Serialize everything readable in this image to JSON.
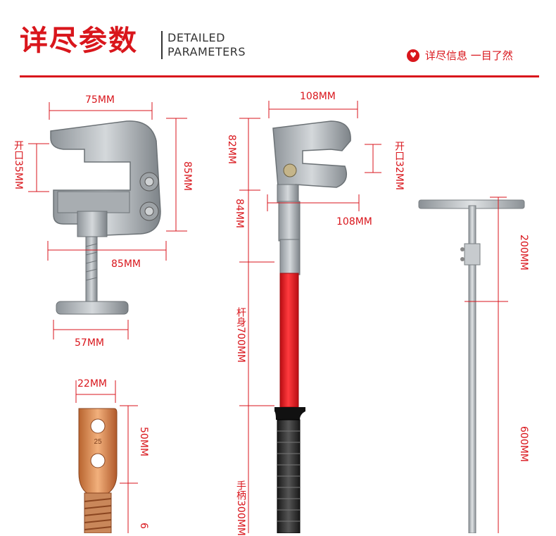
{
  "header": {
    "title_cn": "详尽参数",
    "title_en_line1": "DETAILED",
    "title_en_line2": "PARAMETERS",
    "tagline": "详尽信息 一目了然",
    "tagline_icon": "heart-icon"
  },
  "colors": {
    "accent": "#d9161c",
    "pole_red": "#e8161c",
    "metal": "#b9bec2",
    "copper": "#d9834e"
  },
  "clamp": {
    "width_top": "75MM",
    "opening": "开口35MM",
    "height": "85MM",
    "width_mid": "85MM",
    "handle_width": "57MM"
  },
  "lug": {
    "width": "22MM",
    "height": "50MM",
    "stamp": "25",
    "partial_label": "6"
  },
  "pole": {
    "head_width": "108MM",
    "head_height": "82MM",
    "opening": "开口32MM",
    "jaw_width": "108MM",
    "neck_height": "84MM",
    "body_length": "杆身700MM",
    "handle_length": "手柄300MM"
  },
  "rod": {
    "upper_length": "200MM",
    "lower_length": "600MM"
  }
}
